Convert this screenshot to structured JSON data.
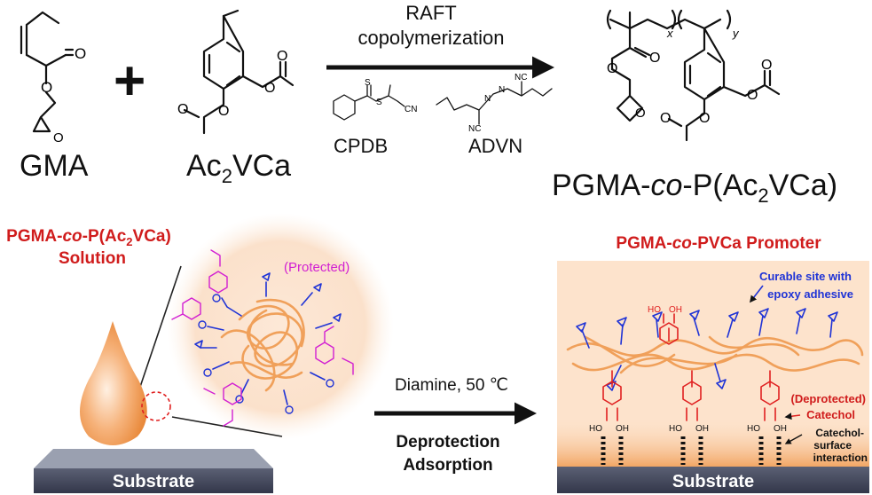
{
  "top": {
    "monomer1_label": "GMA",
    "monomer2_label_main": "Ac",
    "monomer2_label_sub": "2",
    "monomer2_label_tail": "VCa",
    "plus": "+",
    "reaction_line1": "RAFT",
    "reaction_line2": "copolymerization",
    "cta_label": "CPDB",
    "initiator_label": "ADVN",
    "polymer_label_a": "PGMA-",
    "polymer_label_italic": "co",
    "polymer_label_b": "-P(Ac",
    "polymer_label_sub": "2",
    "polymer_label_c": "VCa)",
    "subscript_x": "x",
    "subscript_y": "y",
    "atom_O": "O",
    "atom_S": "S",
    "atom_CN": "CN",
    "atom_NC": "NC",
    "atom_N": "N"
  },
  "bottom_left": {
    "title_a": "PGMA-",
    "title_italic": "co",
    "title_b": "-P(Ac",
    "title_sub": "2",
    "title_c": "VCa)",
    "title_line2": "Solution",
    "protected_label": "(Protected)",
    "substrate_label": "Substrate"
  },
  "middle": {
    "condition": "Diamine, 50 ℃",
    "step1": "Deprotection",
    "step2": "Adsorption"
  },
  "bottom_right": {
    "title_a": "PGMA-",
    "title_italic": "co",
    "title_b": "-PVCa Promoter",
    "curable_line1": "Curable site with",
    "curable_line2": "epoxy adhesive",
    "deprotected_label": "(Deprotected)",
    "catechol_label": "Catechol",
    "surface_line1": "Catechol-",
    "surface_line2": "surface",
    "surface_line3": "interaction",
    "substrate_label": "Substrate",
    "atom_HO": "HO",
    "atom_OH": "OH"
  },
  "colors": {
    "red_title": "#d01c1c",
    "blue_text": "#1f33d6",
    "magenta": "#d21fd2",
    "orange_chain": "#f0a05a",
    "substrate_fill": "#454a5c",
    "promoter_bg": "#fde3cc"
  }
}
